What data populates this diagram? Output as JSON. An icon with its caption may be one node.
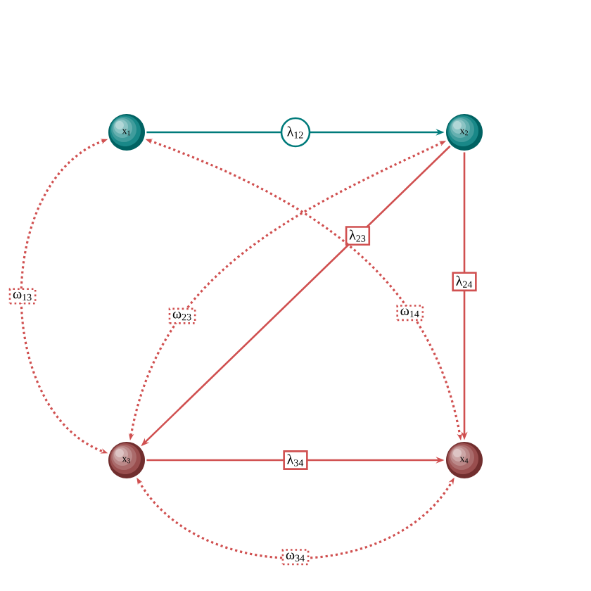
{
  "diagram": {
    "nodes": [
      {
        "text": [
          "x$_{1}$"
        ]
      },
      {
        "text": [
          "x$_{2}$"
        ]
      },
      {
        "text": [
          "x$_{3}$"
        ]
      },
      {
        "text": [
          "x$_{4}$"
        ]
      }
    ],
    "edges": [
      {
        "from": 0,
        "to": 1,
        "arrow": "to",
        "label": "λ$_{12}$",
        "color": "#007b7b"
      },
      {
        "from": 1,
        "to": 2,
        "arrow": "to",
        "label": "λ$_{23}$"
      },
      {
        "from": 1,
        "to": 3,
        "arrow": "to",
        "label": "λ$_{24}$"
      },
      {
        "from": 2,
        "to": 3,
        "arrow": "to",
        "label": "λ$_{34}$"
      },
      {
        "from": 0,
        "to": 2,
        "arrow": "both",
        "label": "ω$_{13}$",
        "style": "dashed"
      },
      {
        "from": 1,
        "to": 2,
        "arrow": "both",
        "label": "ω$_{23}$",
        "style": "dashed"
      },
      {
        "from": 0,
        "to": 3,
        "arrow": "both",
        "label": "ω$_{14}$",
        "style": "dashed"
      },
      {
        "from": 2,
        "to": 3,
        "arrow": "both",
        "label": "ω$_{34}$",
        "style": "dashed"
      }
    ]
  }
}
